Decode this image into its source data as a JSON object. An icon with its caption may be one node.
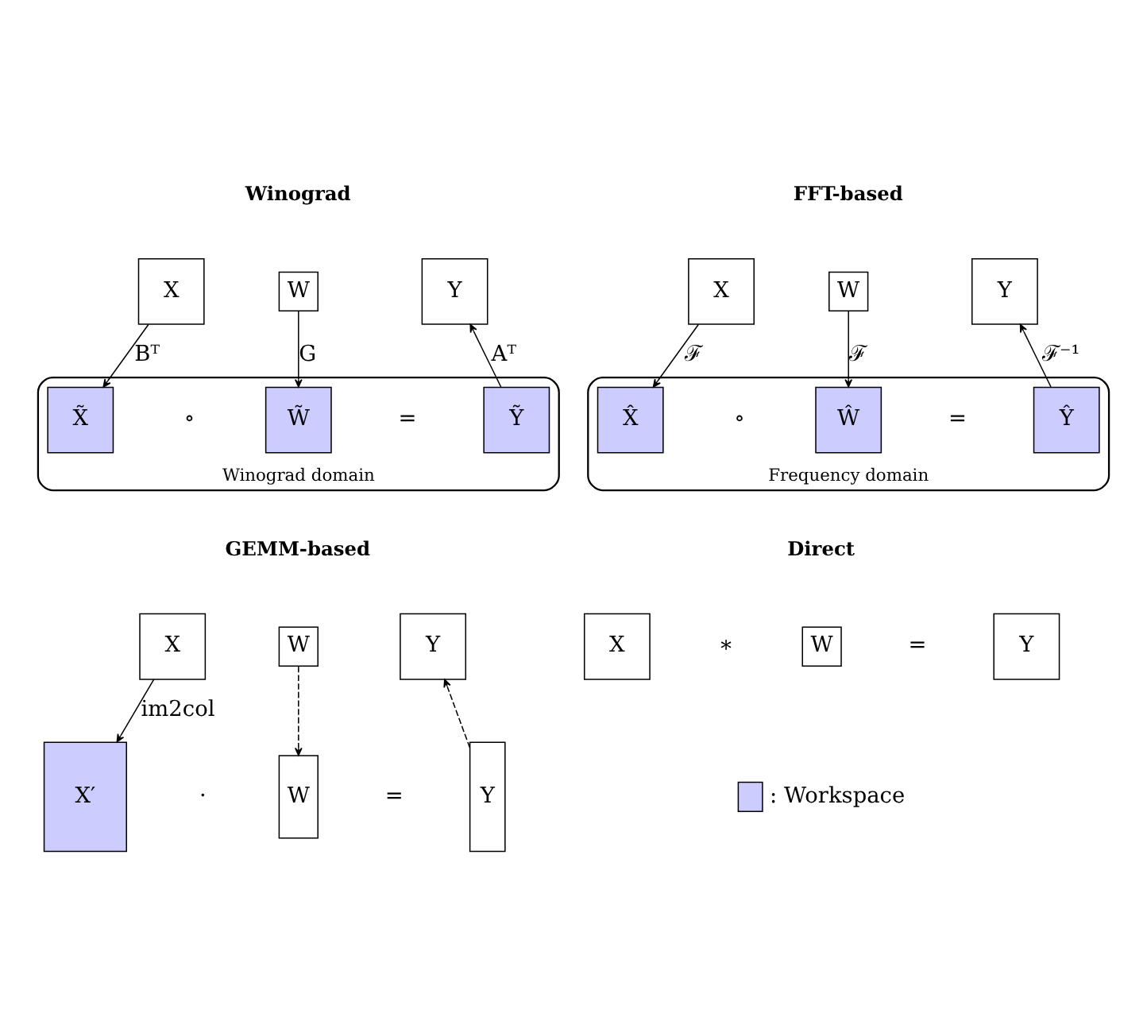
{
  "diagram": {
    "nodes": [
      {
        "text": [
          "X"
        ]
      },
      {
        "text": [
          "W"
        ]
      },
      {
        "text": [
          "Y"
        ]
      },
      {
        "text": [
          "Winograd domain"
        ]
      },
      {
        "text": [
          "X̃"
        ],
        "in": 3
      },
      {
        "text": [
          "W̃"
        ],
        "in": 3
      },
      {
        "text": [
          "Ỹ"
        ],
        "in": 3
      },
      {
        "text": [
          "X"
        ]
      },
      {
        "text": [
          "W"
        ]
      },
      {
        "text": [
          "Y"
        ]
      },
      {
        "text": [
          "Frequency domain"
        ]
      },
      {
        "text": [
          "X̂"
        ],
        "in": 10
      },
      {
        "text": [
          "Ŵ"
        ],
        "in": 10
      },
      {
        "text": [
          "Ŷ"
        ],
        "in": 10
      },
      {
        "text": [
          "X"
        ]
      },
      {
        "text": [
          "W"
        ]
      },
      {
        "text": [
          "Y"
        ]
      },
      {
        "text": [
          "X′"
        ]
      },
      {
        "text": [
          "W"
        ]
      },
      {
        "text": [
          "Y"
        ]
      },
      {
        "text": [
          "X"
        ]
      },
      {
        "text": [
          "W"
        ]
      },
      {
        "text": [
          "Y"
        ]
      }
    ],
    "edges": [
      {
        "from": 0,
        "to": 4,
        "arrow": "to",
        "label": "Bᵀ"
      },
      {
        "from": 1,
        "to": 5,
        "arrow": "to",
        "label": "G"
      },
      {
        "from": 6,
        "to": 2,
        "arrow": "to",
        "label": "Aᵀ"
      },
      {
        "from": 7,
        "to": 11,
        "arrow": "to",
        "label": "ℱ"
      },
      {
        "from": 8,
        "to": 12,
        "arrow": "to",
        "label": "ℱ"
      },
      {
        "from": 13,
        "to": 9,
        "arrow": "to",
        "label": "ℱ⁻¹"
      },
      {
        "from": 14,
        "to": 17,
        "arrow": "to",
        "label": "im2col"
      },
      {
        "from": 15,
        "to": 18,
        "arrow": "to",
        "style": "dashed"
      },
      {
        "from": 19,
        "to": 16,
        "arrow": "to",
        "style": "dashed"
      }
    ],
    "labels": [
      "Winograd",
      "FFT-based",
      "∘",
      "=",
      "∘",
      "=",
      "GEMM-based",
      "Direct",
      "∗",
      "=",
      "·",
      "="
    ],
    "legend": [
      {
        "text": ": Workspace",
        "color": "#ccccff"
      }
    ]
  }
}
